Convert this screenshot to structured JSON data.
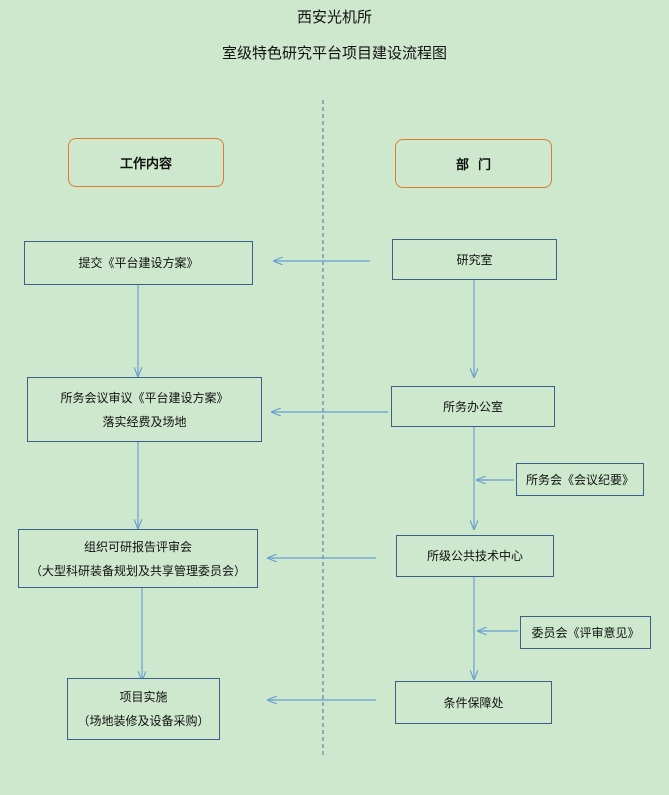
{
  "header": {
    "org": "西安光机所",
    "title": "室级特色研究平台项目建设流程图"
  },
  "columns": {
    "left_heading": "工作内容",
    "right_heading": "部  门"
  },
  "left_steps": [
    {
      "line1": "提交《平台建设方案》"
    },
    {
      "line1": "所务会议审议《平台建设方案》",
      "line2": "落实经费及场地"
    },
    {
      "line1": "组织可研报告评审会",
      "line2": "（大型科研装备规划及共享管理委员会）"
    },
    {
      "line1": "项目实施",
      "line2": "（场地装修及设备采购）"
    }
  ],
  "right_steps": [
    {
      "line1": "研究室"
    },
    {
      "line1": "所务办公室"
    },
    {
      "line1": "所级公共技术中心"
    },
    {
      "line1": "条件保障处"
    }
  ],
  "side_inputs": [
    {
      "line1": "所务会《会议纪要》"
    },
    {
      "line1": "委员会《评审意见》"
    }
  ],
  "colors": {
    "background": "#cde8cd",
    "box_border": "#3b5f8c",
    "heading_border": "#e07a32",
    "arrow": "#6a9fd4",
    "divider": "#4a6f9a"
  }
}
